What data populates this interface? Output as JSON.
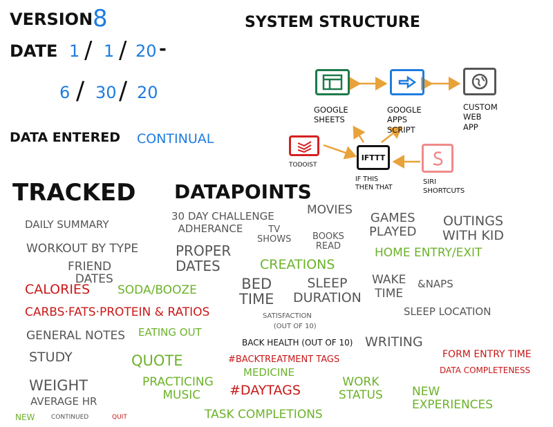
{
  "header": {
    "version_label": "Version",
    "version_value": "8",
    "date_label": "Date",
    "date_start_m": "1",
    "date_start_d": "1",
    "date_start_y": "20",
    "date_end_m": "6",
    "date_end_d": "30",
    "date_end_y": "20",
    "data_entered_label": "Data Entered",
    "data_entered_value": "Continual"
  },
  "structure": {
    "title": "System Structure",
    "nodes": {
      "sheets": "Google\nSheets",
      "apps_script": "Google\nApps\nScript",
      "custom_app": "Custom\nWeb\nApp",
      "todoist": "Todoist",
      "ifttt_box": "IFTTT",
      "ifttt_label": "If this\nthen that",
      "siri": "Siri\nShortcuts"
    },
    "colors": {
      "sheets": "#1c7a4a",
      "apps_script": "#1e7ce0",
      "custom_app": "#555555",
      "todoist": "#d42020",
      "ifttt": "#111111",
      "siri": "#f08a8a",
      "arrow": "#e8a23a"
    }
  },
  "tracked": {
    "title_a": "Tracked",
    "title_b": "Datapoints",
    "items": {
      "daily_summary": "Daily Summary",
      "workout": "Workout by Type",
      "friend_dates": "Friend\n  Dates",
      "challenge": "30 Day Challenge\n  Adherance",
      "proper_dates": "Proper\nDates",
      "tv_shows": "TV\nShows",
      "movies": "Movies",
      "books_read": "Books\nRead",
      "games_played": "Games\nPlayed",
      "outings": "Outings\nwith Kid",
      "creations": "Creations",
      "home_entry": "Home Entry/Exit",
      "calories": "Calories",
      "soda": "Soda/Booze",
      "carbs": "Carbs·Fats·Protein & Ratios",
      "bed_time": "Bed\nTime",
      "sleep_duration": "Sleep\nDuration",
      "wake_time": "Wake\nTime",
      "naps": "&Naps",
      "satisfaction": "Satisfaction\n     (out of 10)",
      "sleep_location": "Sleep Location",
      "general_notes": "General Notes",
      "eating_out": "Eating Out",
      "back_health": "Back Health (out of 10)",
      "writing": "Writing",
      "form_entry": "Form Entry Time",
      "data_completeness": "Data Completeness",
      "study": "Study",
      "quote": "Quote",
      "back_tags": "#BackTreatment Tags",
      "medicine": "Medicine",
      "weight": "Weight",
      "average_hr": "Average HR",
      "practicing": "Practicing\n  Music",
      "day_tags": "#DayTags",
      "work_status": "Work\nStatus",
      "new_experiences": "New\nExperiences",
      "task_completions": "Task Completions"
    }
  },
  "legend": {
    "new": "New",
    "continued": "Continued",
    "quit": "Quit"
  },
  "colors": {
    "black": "#111111",
    "blue": "#1e7ce0",
    "gray": "#555555",
    "green": "#6cb22a",
    "red": "#c81818"
  }
}
